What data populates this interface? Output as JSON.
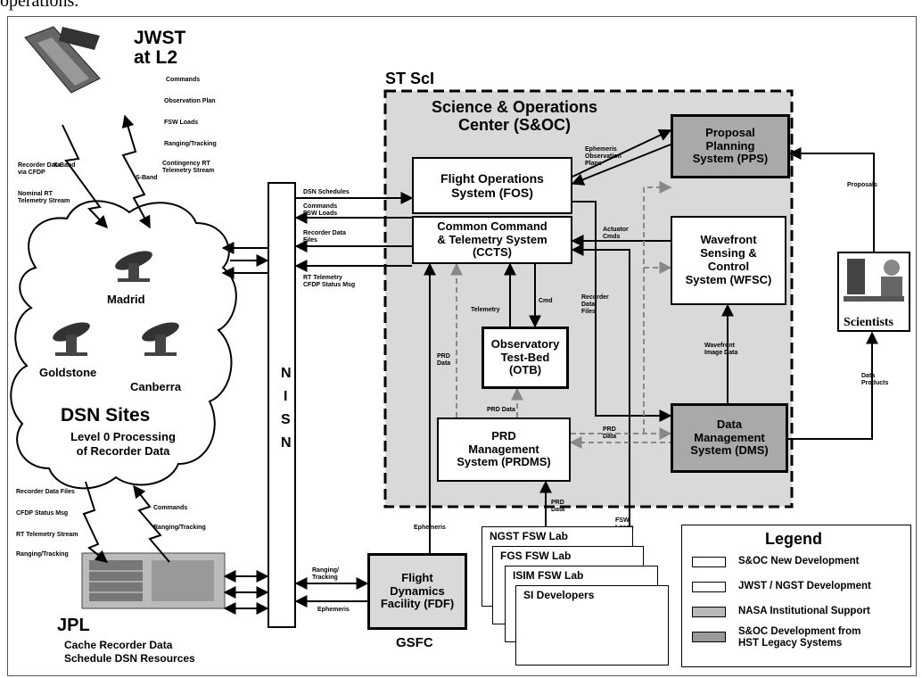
{
  "top_fragment": "operations.",
  "jwst": {
    "title": "JWST\nat L2"
  },
  "uplink_labels": [
    "Commands",
    "Observation Plan",
    "FSW Loads",
    "Ranging/Tracking",
    "Contingency RT\nTelemetry Stream"
  ],
  "band_labels": {
    "x_band": "X-Band",
    "s_band": "S-Band"
  },
  "downlink_labels": [
    "Recorder Data\nvia CFDP",
    "Nominal RT\nTelemetry Stream"
  ],
  "dsn": {
    "sites": [
      "Madrid",
      "Goldstone",
      "Canberra"
    ],
    "title": "DSN Sites",
    "subtitle": "Level 0 Processing\nof Recorder Data"
  },
  "jpl_left_labels": [
    "Recorder Data Files",
    "CFDP Status Msg",
    "RT Telemetry Stream",
    "Ranging/Tracking"
  ],
  "jpl_right_labels": [
    "Commands",
    "Ranging/Tracking"
  ],
  "jpl": {
    "title": "JPL",
    "subtitle": "Cache Recorder Data\nSchedule DSN Resources"
  },
  "nisn": {
    "letters": [
      "N",
      "I",
      "S",
      "N"
    ]
  },
  "nisn_labels": [
    "DSN Schedules",
    "Commands\nFSW Loads",
    "Recorder Data\nFiles",
    "RT Telemetry\nCFDP Status Msg"
  ],
  "stsci": {
    "label": "ST ScI",
    "soc_title": "Science & Operations\nCenter (S&OC)"
  },
  "boxes": {
    "fos": "Flight Operations\nSystem (FOS)",
    "ccts": "Common Command\n& Telemetry System\n(CCTS)",
    "otb": "Observatory\nTest-Bed\n(OTB)",
    "prdms": "PRD\nManagement\nSystem (PRDMS)",
    "pps": "Proposal\nPlanning\nSystem (PPS)",
    "wfsc": "Wavefront\nSensing &\nControl\nSystem (WFSC)",
    "dms": "Data\nManagement\nSystem (DMS)",
    "fdf": "Flight\nDynamics\nFacility (FDF)"
  },
  "flow_labels": {
    "ephemeris_obsplans": "Ephemeris\nObservation\nPlans",
    "actuator_cmds": "Actuator\nCmds",
    "telemetry": "Telemetry",
    "cmd": "Cmd",
    "recorder_data_files": "Recorder\nData\nFiles",
    "prd_data_left": "PRD\nData",
    "prd_data_mid": "PRD Data",
    "prd_data_right": "PRD\nData",
    "proposals": "Proposals",
    "wavefront_image_data": "Wavefront\nImage Data",
    "data_products": "Data\nProducts",
    "ephemeris_fdf": "Ephemeris",
    "ranging_tracking_fdf": "Ranging/\nTracking",
    "ephemeris_jpl": "Ephemeris",
    "prd_data_labs": "PRD\nData",
    "fsw_loads": "FSW\nLoads"
  },
  "scientists": {
    "label": "Scientists"
  },
  "gsfc": {
    "label": "GSFC"
  },
  "labs": [
    "NGST FSW Lab",
    "FGS FSW Lab",
    "ISIM FSW Lab",
    "SI Developers"
  ],
  "legend": {
    "title": "Legend",
    "items": [
      {
        "label": "S&OC New Development",
        "color": "#ffffff"
      },
      {
        "label": "JWST / NGST Development",
        "color": "#ffffff"
      },
      {
        "label": "NASA Institutional Support",
        "color": "#b8b8b8"
      },
      {
        "label": "S&OC Development from\nHST Legacy Systems",
        "color": "#9a9a9a"
      }
    ]
  },
  "colors": {
    "soc_fill": "#d9d9d9",
    "legacy_gray": "#a9a9a9"
  }
}
